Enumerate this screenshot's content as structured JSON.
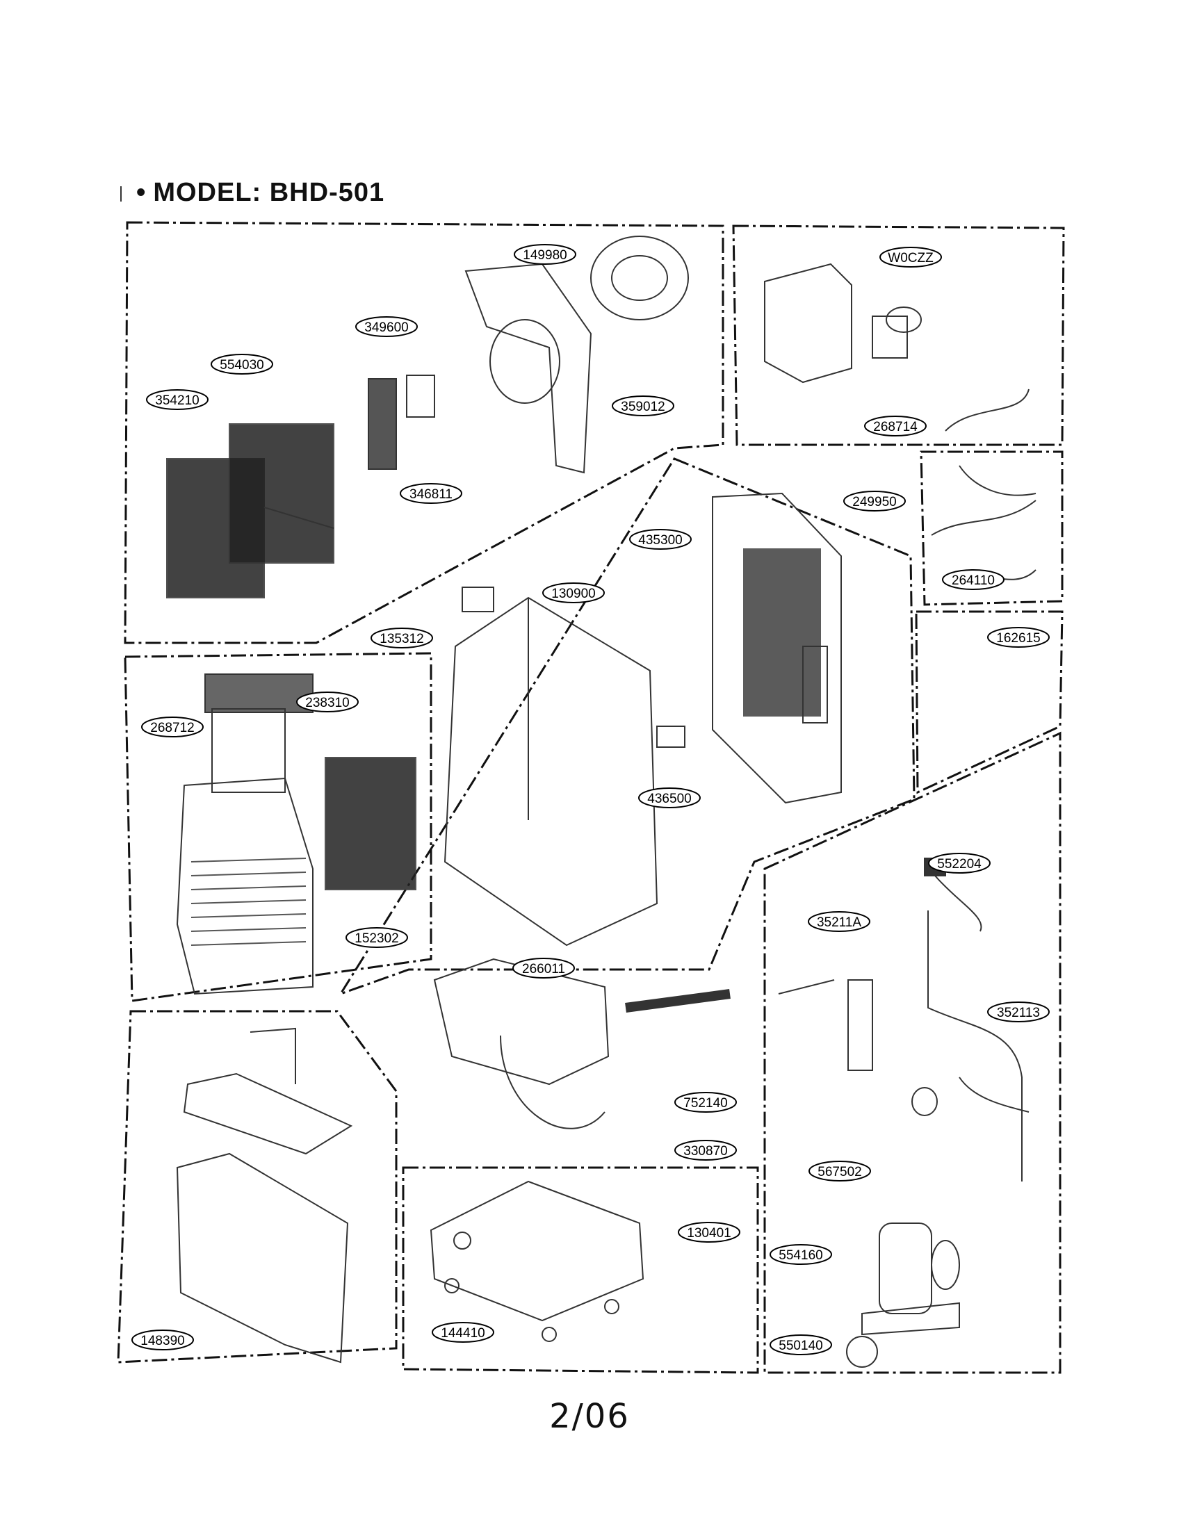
{
  "header": {
    "title": "MODEL: BHD-501",
    "bullet": "•"
  },
  "footer": {
    "page": "2/06"
  },
  "callouts": [
    "149980",
    "349600",
    "554030",
    "354210",
    "359012",
    "346811",
    "W0CZZ",
    "268714",
    "249950",
    "264110",
    "435300",
    "130900",
    "135312",
    "238310",
    "268712",
    "436500",
    "152302",
    "162615",
    "552204",
    "35211A",
    "352113",
    "266011",
    "752140",
    "330870",
    "130401",
    "567502",
    "554160",
    "144410",
    "550140",
    "148390"
  ]
}
